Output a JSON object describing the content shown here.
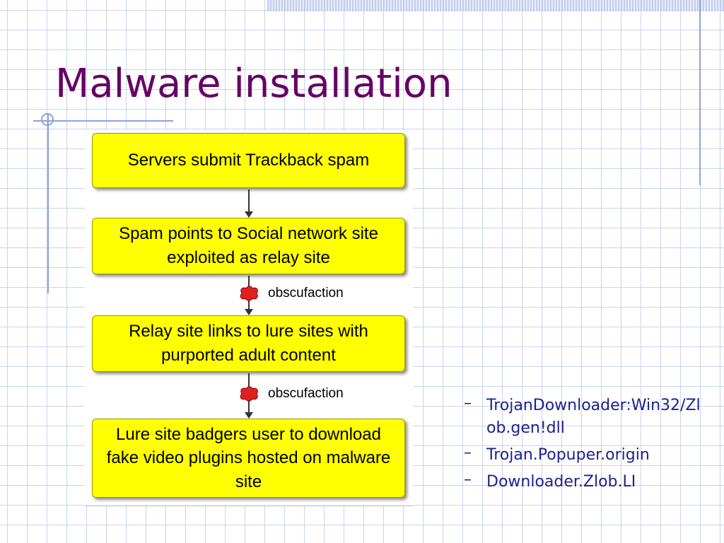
{
  "slide": {
    "title": "Malware installation",
    "flow": [
      {
        "label": "Servers submit Trackback spam"
      },
      {
        "label": "Spam points to Social network site exploited as relay site"
      },
      {
        "label": "Relay site links to lure sites with purported adult content"
      },
      {
        "label": "Lure site badgers user to download fake video plugins hosted on malware site"
      }
    ],
    "connectors": [
      {
        "label": ""
      },
      {
        "label": "obscufaction"
      },
      {
        "label": "obscufaction"
      }
    ],
    "bullets": [
      {
        "marker": "–",
        "text": "TrojanDownloader:Win32/Zlob.gen!dll"
      },
      {
        "marker": "–",
        "text": "Trojan.Popuper.origin"
      },
      {
        "marker": "–",
        "text": "Downloader.Zlob.LI"
      }
    ]
  },
  "colors": {
    "title": "#660066",
    "box_fill": "#ffff00",
    "bullet_text": "#1f1f8f",
    "blob": "#e02020",
    "grid": "#c9d3ee"
  }
}
